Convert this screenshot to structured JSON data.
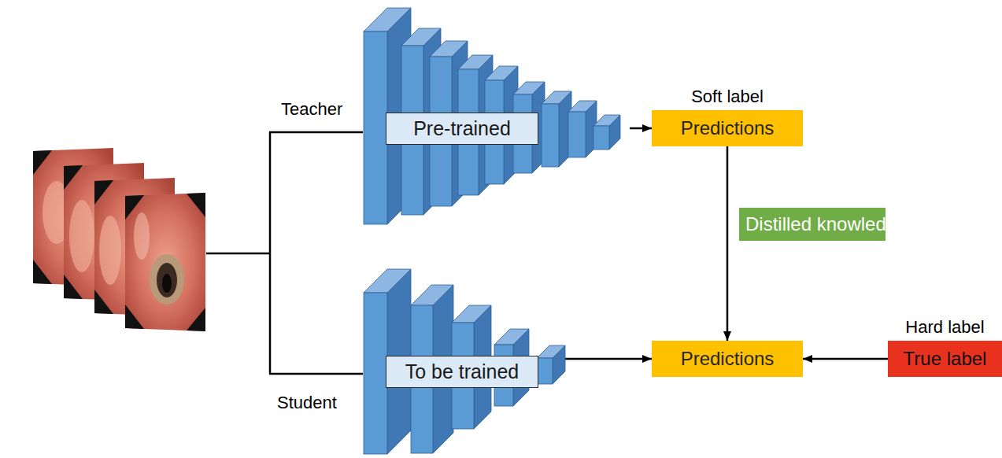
{
  "diagram": {
    "nodes": [
      {
        "text": [
          "Pre-trained"
        ]
      },
      {
        "text": [
          "Soft label",
          "Predictions"
        ]
      },
      {
        "text": [
          "To be trained"
        ]
      },
      {
        "text": [
          "Predictions"
        ]
      },
      {
        "text": [
          "Hard label",
          "True label"
        ]
      }
    ],
    "edges": [
      {
        "from": 0,
        "to": 1,
        "arrow": "to"
      },
      {
        "from": 1,
        "to": 3,
        "arrow": "to",
        "label": "Distilled knowledge"
      },
      {
        "from": 2,
        "to": 3,
        "arrow": "to"
      },
      {
        "from": 4,
        "to": 3,
        "arrow": "to"
      }
    ],
    "labels": [
      "Teacher",
      "Student"
    ]
  }
}
